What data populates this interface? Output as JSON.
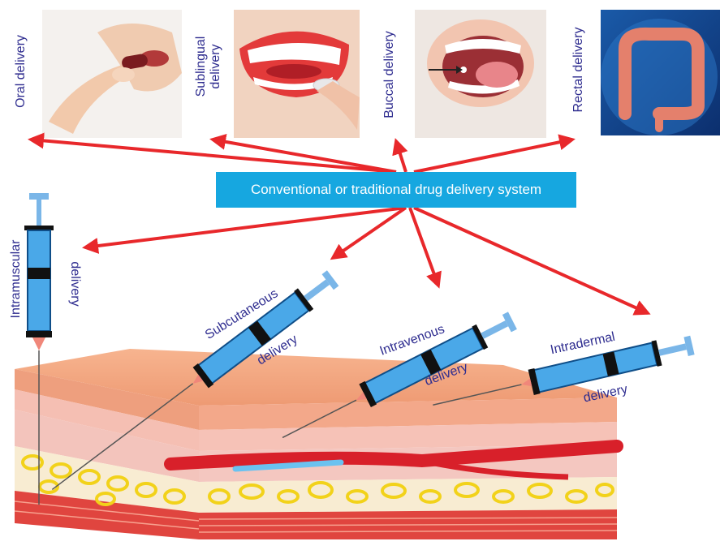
{
  "title": "Conventional or traditional drug delivery system",
  "top_routes": [
    {
      "id": "oral",
      "label": "Oral delivery"
    },
    {
      "id": "sublingual",
      "label_lines": [
        "Sublingual",
        "delivery"
      ]
    },
    {
      "id": "buccal",
      "label": "Buccal delivery"
    },
    {
      "id": "rectal",
      "label": "Rectal delivery"
    }
  ],
  "injection_routes": [
    {
      "id": "intramuscular",
      "label_lines": [
        "Intramuscular",
        "delivery"
      ]
    },
    {
      "id": "subcutaneous",
      "label_lines": [
        "Subcutaneous",
        "delivery"
      ]
    },
    {
      "id": "intravenous",
      "label_lines": [
        "Intravenous",
        "delivery"
      ]
    },
    {
      "id": "intradermal",
      "label_lines": [
        "Intradermal",
        "delivery"
      ]
    }
  ],
  "colors": {
    "arrow": "#e8282b",
    "box": "#16a7e0",
    "label_text": "#2e2c8f",
    "syringe_fluid": "#4aa8e8",
    "skin_top": "#f0a07a",
    "fat": "#f2d21a",
    "muscle": "#e0453f",
    "vein": "#d8202a"
  }
}
